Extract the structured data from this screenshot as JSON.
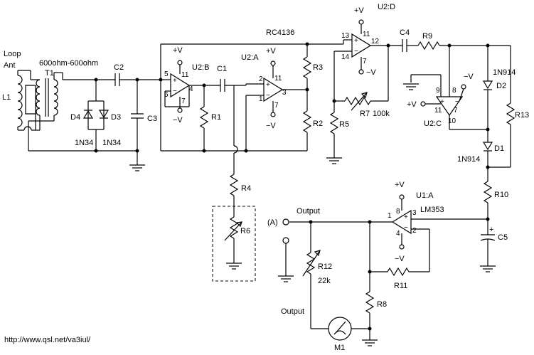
{
  "labels": {
    "loop_ant_1": "Loop",
    "loop_ant_2": "Ant",
    "transformer_spec": "600ohm-600ohm",
    "t1": "T1",
    "l1": "L1",
    "c2": "C2",
    "c3": "C3",
    "d4": "D4",
    "d3": "D3",
    "diode_34a": "1N34",
    "diode_34b": "1N34",
    "u2b": "U2:B",
    "u2a": "U2:A",
    "u2d": "U2:D",
    "u2c": "U2:C",
    "u1a": "U1:A",
    "rc4136": "RC4136",
    "lm353": "LM353",
    "c1": "C1",
    "c4": "C4",
    "c5": "C5",
    "r1": "R1",
    "r2": "R2",
    "r3": "R3",
    "r4": "R4",
    "r5": "R5",
    "r6": "R6",
    "r7": "R7",
    "r7_val": "100k",
    "r8": "R8",
    "r9": "R9",
    "r10": "R10",
    "r11": "R11",
    "r12": "R12",
    "r12_val": "22k",
    "r13": "R13",
    "d1": "D1",
    "d2": "D2",
    "diode_914a": "1N914",
    "diode_914b": "1N914",
    "m1": "M1",
    "output_top": "Output",
    "output_bottom": "Output",
    "point_a": "(A)",
    "url": "http://www.qsl.net/va3iul/"
  },
  "rails": {
    "pos": "+V",
    "neg": "−V"
  },
  "pins": {
    "u2b": [
      "5",
      "6",
      "11",
      "4",
      "7"
    ],
    "u2a": [
      "2",
      "1",
      "11",
      "3",
      "7"
    ],
    "u2d": [
      "13",
      "14",
      "11",
      "12",
      "7"
    ],
    "u2c": [
      "9",
      "8",
      "11",
      "7",
      "10"
    ],
    "u1a": [
      "8",
      "1",
      "3",
      "4",
      "2"
    ]
  },
  "opamp_signs": {
    "plus": "+",
    "minus": "−"
  }
}
